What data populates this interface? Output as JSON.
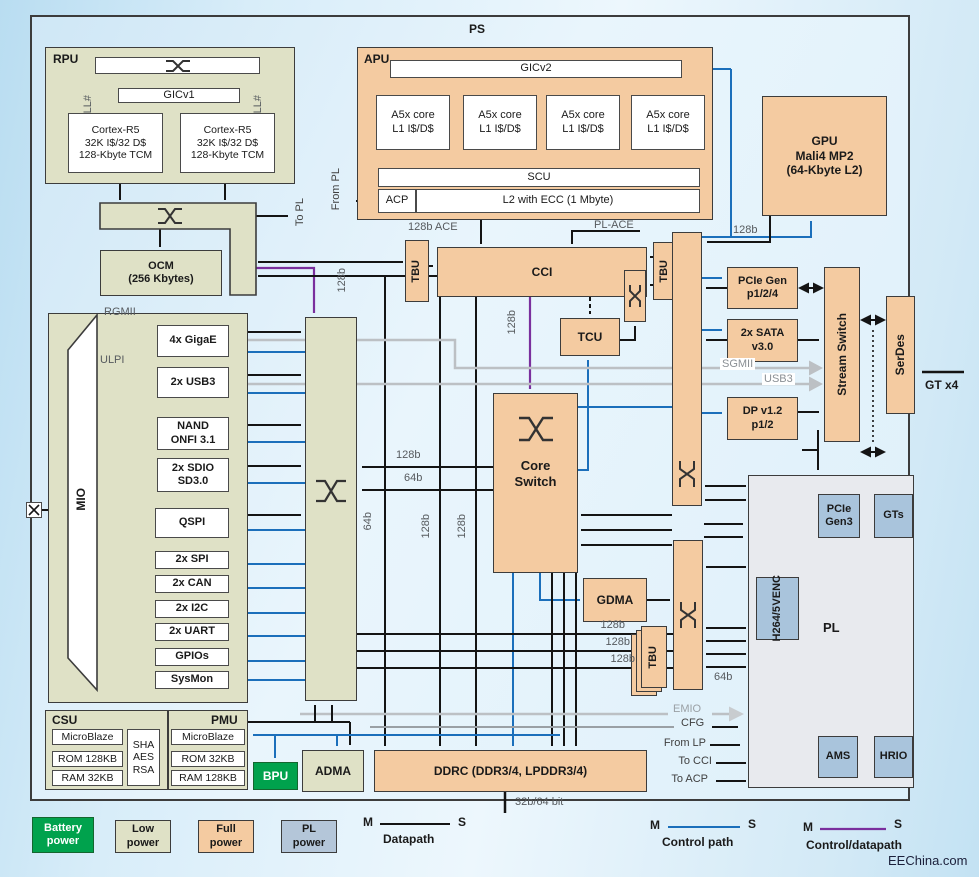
{
  "ps": "PS",
  "watermark": "EEChina.com",
  "rpu": {
    "title": "RPU",
    "gic": "GICv1",
    "core": [
      "Cortex-R5",
      "32K I$/32 D$",
      "128-Kbyte TCM"
    ]
  },
  "apu": {
    "title": "APU",
    "gic": "GICv2",
    "core": [
      "A5x core",
      "L1 I$/D$"
    ],
    "scu": "SCU",
    "acp": "ACP",
    "l2": "L2 with ECC (1 Mbyte)"
  },
  "gpu": [
    "GPU",
    "Mali4 MP2",
    "(64-Kbyte L2)"
  ],
  "ocm": [
    "OCM",
    "(256 Kbytes)"
  ],
  "mid": {
    "cci": "CCI",
    "tcu": "TCU",
    "tbu": "TBU",
    "core_switch": [
      "Core",
      "Switch"
    ],
    "gdma": "GDMA",
    "ddrc": "DDRC (DDR3/4, LPDDR3/4)",
    "adma": "ADMA",
    "bpu": "BPU"
  },
  "mio": {
    "title": "MIO",
    "peripherals": [
      [
        "4x GigaE"
      ],
      [
        "2x USB3"
      ],
      [
        "NAND",
        "ONFI 3.1"
      ],
      [
        "2x SDIO",
        "SD3.0"
      ],
      [
        "QSPI"
      ],
      [
        "2x SPI"
      ],
      [
        "2x CAN"
      ],
      [
        "2x I2C"
      ],
      [
        "2x UART"
      ],
      [
        "GPIOs"
      ],
      [
        "SysMon"
      ]
    ]
  },
  "csu": {
    "title": "CSU",
    "rows": [
      "MicroBlaze",
      "ROM 128KB",
      "RAM 32KB"
    ],
    "crypto": [
      "SHA",
      "AES",
      "RSA"
    ]
  },
  "pmu": {
    "title": "PMU",
    "rows": [
      "MicroBlaze",
      "ROM 32KB",
      "RAM 128KB"
    ]
  },
  "right": {
    "pcie": [
      "PCIe Gen",
      "p1/2/4"
    ],
    "sata": [
      "2x SATA",
      "v3.0"
    ],
    "dp": [
      "DP v1.2",
      "p1/2"
    ],
    "stream": "Stream Switch",
    "serdes": "SerDes",
    "gt": "GT x4"
  },
  "pl": {
    "title": "PL",
    "pcie3": [
      "PCIe",
      "Gen3"
    ],
    "gts": "GTs",
    "venc": [
      "VENC",
      "H264/5"
    ],
    "ams": "AMS",
    "hrio": "HRIO"
  },
  "wl": {
    "ace": "128b ACE",
    "place": "PL-ACE",
    "b128": "128b",
    "b64": "64b",
    "topl": "To PL",
    "frompl": "From PL",
    "sgmii": "SGMII",
    "usb3": "USB3",
    "emio": "EMIO",
    "cfg": "CFG",
    "fromlp": "From LP",
    "tocci": "To CCI",
    "toacp": "To ACP",
    "bits": "32b/64 bit",
    "rgmii": "RGMII",
    "ulpi": "ULPI",
    "ll": "LL#"
  },
  "legend": {
    "battery": [
      "Battery",
      "power"
    ],
    "low": [
      "Low",
      "power"
    ],
    "full": [
      "Full",
      "power"
    ],
    "plp": [
      "PL",
      "power"
    ],
    "m": "M",
    "s": "S",
    "datapath": "Datapath",
    "control": "Control path",
    "ctrldata": "Control/datapath"
  }
}
